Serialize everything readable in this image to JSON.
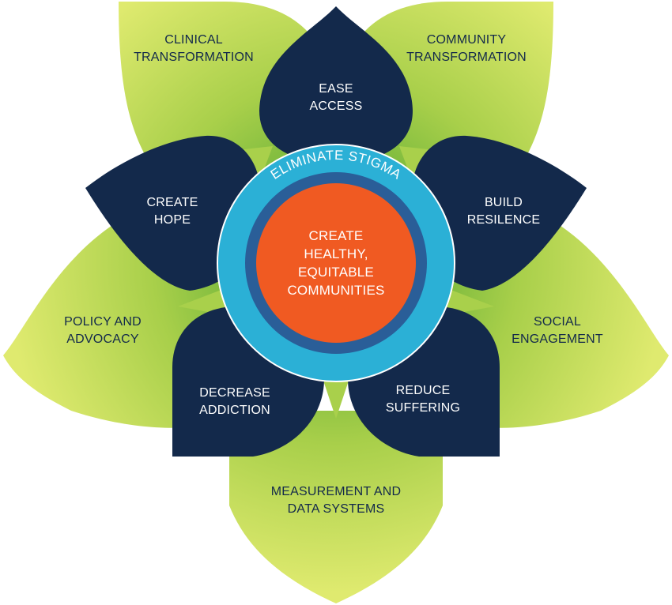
{
  "colors": {
    "green_light": "#d9e868",
    "green_mid": "#b5d44c",
    "green_dark": "#8dbf3d",
    "navy": "#13294b",
    "ring_outer": "#2bb0d6",
    "ring_inner": "#2a5e98",
    "center": "#f05a22"
  },
  "center": {
    "lines": [
      "CREATE",
      "HEALTHY,",
      "EQUITABLE",
      "COMMUNITIES"
    ]
  },
  "ring": {
    "label": "ELIMINATE STIGMA"
  },
  "outer_petals": [
    {
      "id": "clinical",
      "lines": [
        "CLINICAL",
        "TRANSFORMATION"
      ]
    },
    {
      "id": "community",
      "lines": [
        "COMMUNITY",
        "TRANSFORMATION"
      ]
    },
    {
      "id": "social",
      "lines": [
        "SOCIAL",
        "ENGAGEMENT"
      ]
    },
    {
      "id": "measurement",
      "lines": [
        "MEASUREMENT AND",
        "DATA SYSTEMS"
      ]
    },
    {
      "id": "policy",
      "lines": [
        "POLICY AND",
        "ADVOCACY"
      ]
    }
  ],
  "inner_petals": [
    {
      "id": "ease-access",
      "lines": [
        "EASE",
        "ACCESS"
      ]
    },
    {
      "id": "build-resilence",
      "lines": [
        "BUILD",
        "RESILENCE"
      ]
    },
    {
      "id": "reduce-suffering",
      "lines": [
        "REDUCE",
        "SUFFERING"
      ]
    },
    {
      "id": "decrease-addiction",
      "lines": [
        "DECREASE",
        "ADDICTION"
      ]
    },
    {
      "id": "create-hope",
      "lines": [
        "CREATE",
        "HOPE"
      ]
    }
  ]
}
